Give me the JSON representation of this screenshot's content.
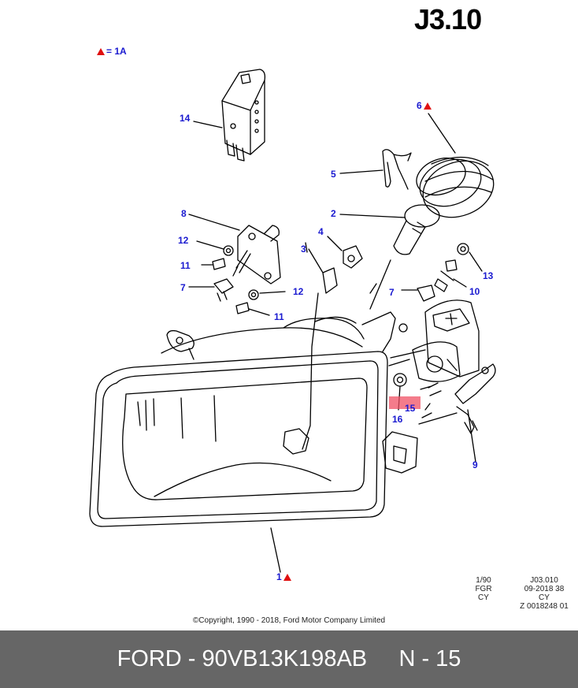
{
  "page_code": "J3.10",
  "legend": {
    "symbol": "red-triangle",
    "text": "= 1A"
  },
  "callouts": [
    {
      "id": "14",
      "label": "14",
      "marked": false
    },
    {
      "id": "6",
      "label": "6",
      "marked": true
    },
    {
      "id": "5",
      "label": "5",
      "marked": false
    },
    {
      "id": "2",
      "label": "2",
      "marked": false
    },
    {
      "id": "8",
      "label": "8",
      "marked": false
    },
    {
      "id": "12a",
      "label": "12",
      "marked": false
    },
    {
      "id": "4",
      "label": "4",
      "marked": false
    },
    {
      "id": "3",
      "label": "3",
      "marked": false
    },
    {
      "id": "11a",
      "label": "11",
      "marked": false
    },
    {
      "id": "13",
      "label": "13",
      "marked": false
    },
    {
      "id": "7a",
      "label": "7",
      "marked": false
    },
    {
      "id": "12b",
      "label": "12",
      "marked": false
    },
    {
      "id": "10",
      "label": "10",
      "marked": false
    },
    {
      "id": "7b",
      "label": "7",
      "marked": false
    },
    {
      "id": "11b",
      "label": "11",
      "marked": false
    },
    {
      "id": "15",
      "label": "15",
      "marked": false
    },
    {
      "id": "16",
      "label": "16",
      "marked": false
    },
    {
      "id": "9",
      "label": "9",
      "marked": false
    },
    {
      "id": "1",
      "label": "1",
      "marked": true
    }
  ],
  "stamp_left": [
    "1/90",
    "FGR",
    "CY"
  ],
  "stamp_right": [
    "J03.010",
    "09-2018 38",
    "CY",
    "Z 0018248 01"
  ],
  "copyright": "©Copyright, 1990 - 2018, Ford Motor Company Limited",
  "footer": {
    "brand": "FORD",
    "part_number": "90VB13K198AB",
    "position": "N - 15"
  },
  "colors": {
    "callout": "#1a1ad0",
    "marker": "#e01010",
    "highlight": "#f05064",
    "footer_bg": "#666666"
  }
}
